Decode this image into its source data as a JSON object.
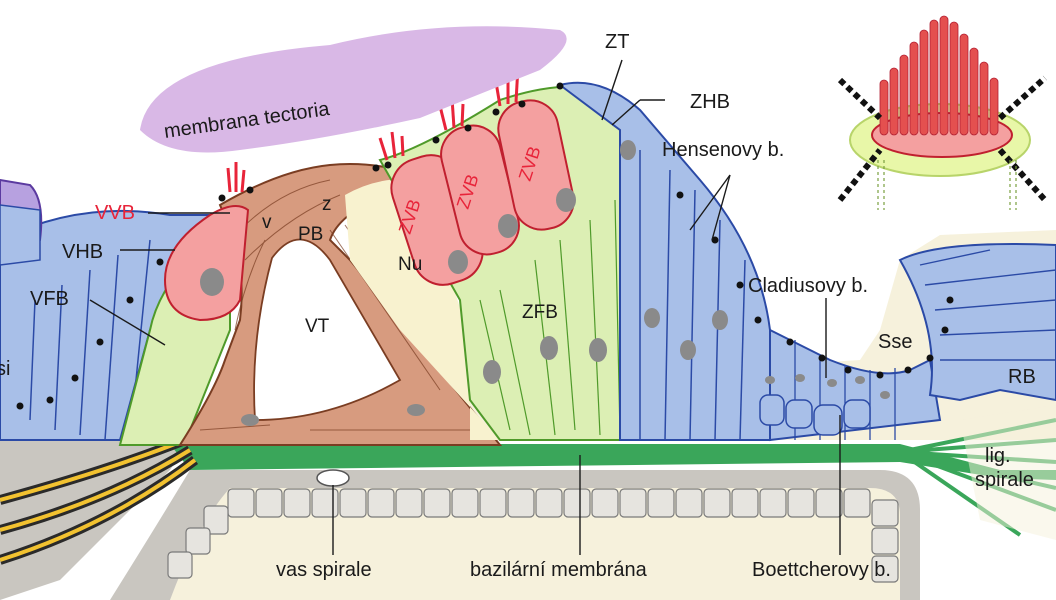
{
  "labels": {
    "membrana_tectoria": "membrana tectoria",
    "zt": "ZT",
    "zhb": "ZHB",
    "hensenovy": "Hensenovy b.",
    "vvb": "VVB",
    "vhb": "VHB",
    "vfb": "VFB",
    "v": "v",
    "z": "z",
    "pb": "PB",
    "nu": "Nu",
    "vt": "VT",
    "zvb": "ZVB",
    "zfb": "ZFB",
    "cladiusovy": "Cladiusovy b.",
    "sse": "Sse",
    "rb": "RB",
    "lig_spirale_1": "lig.",
    "lig_spirale_2": "spirale",
    "si": "si",
    "vas_spirale": "vas spirale",
    "bazilarni_membrana": "bazilární membrána",
    "boettcherovy": "Boettcherovy b."
  },
  "colors": {
    "tectoria": "#d9b8e6",
    "supporting_blue": "#a8bfe8",
    "pillar_brown": "#d79b7f",
    "hair_cell_red": "#f4a0a0",
    "phalangeal_green": "#dcefb4",
    "basilar_green": "#3aa65a",
    "bone_grey": "#c9c6c0",
    "background_cream": "#f6f1dc",
    "nerve_yellow": "#f2c230"
  }
}
